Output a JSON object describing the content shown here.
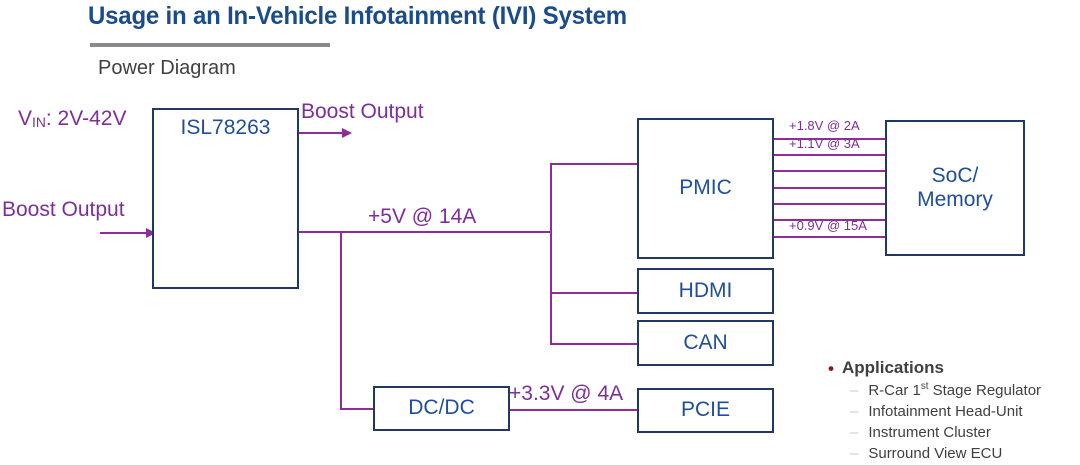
{
  "header": {
    "title": "Usage in an In-Vehicle Infotainment (IVI) System",
    "subtitle": "Power Diagram",
    "title_color": "#1A4C8B",
    "rule_color": "#8a8a8a"
  },
  "colors": {
    "box_border": "#1F3864",
    "box_text": "#1F4E9C",
    "wire": "#8E2C9A",
    "label_text": "#7D2E9B",
    "bullet": "#8C1515"
  },
  "blocks": {
    "regulator": "ISL78263",
    "pmic": "PMIC",
    "soc_line1": "SoC/",
    "soc_line2": "Memory",
    "hdmi": "HDMI",
    "can": "CAN",
    "dcdc": "DC/DC",
    "pcie": "PCIE"
  },
  "labels": {
    "vin_prefix": "V",
    "vin_sub": "IN",
    "vin_value": ": 2V-42V",
    "boost_output_in": "Boost Output",
    "boost_output_out": "Boost Output",
    "rail_5v": "+5V @ 14A",
    "rail_3v3": "+3.3V @ 4A",
    "soc_rail_top": "+1.8V @ 2A",
    "soc_rail_second": "+1.1V @ 3A",
    "soc_rail_bottom": "+0.9V @ 15A"
  },
  "applications": {
    "heading": "Applications",
    "bullet_glyph": "•",
    "dash_glyph": "–",
    "items": [
      {
        "text_before": "R-Car 1",
        "sup": "st",
        "text_after": " Stage Regulator"
      },
      {
        "text_before": "Infotainment Head-Unit",
        "sup": "",
        "text_after": ""
      },
      {
        "text_before": "Instrument Cluster",
        "sup": "",
        "text_after": ""
      },
      {
        "text_before": "Surround View ECU",
        "sup": "",
        "text_after": ""
      }
    ]
  }
}
